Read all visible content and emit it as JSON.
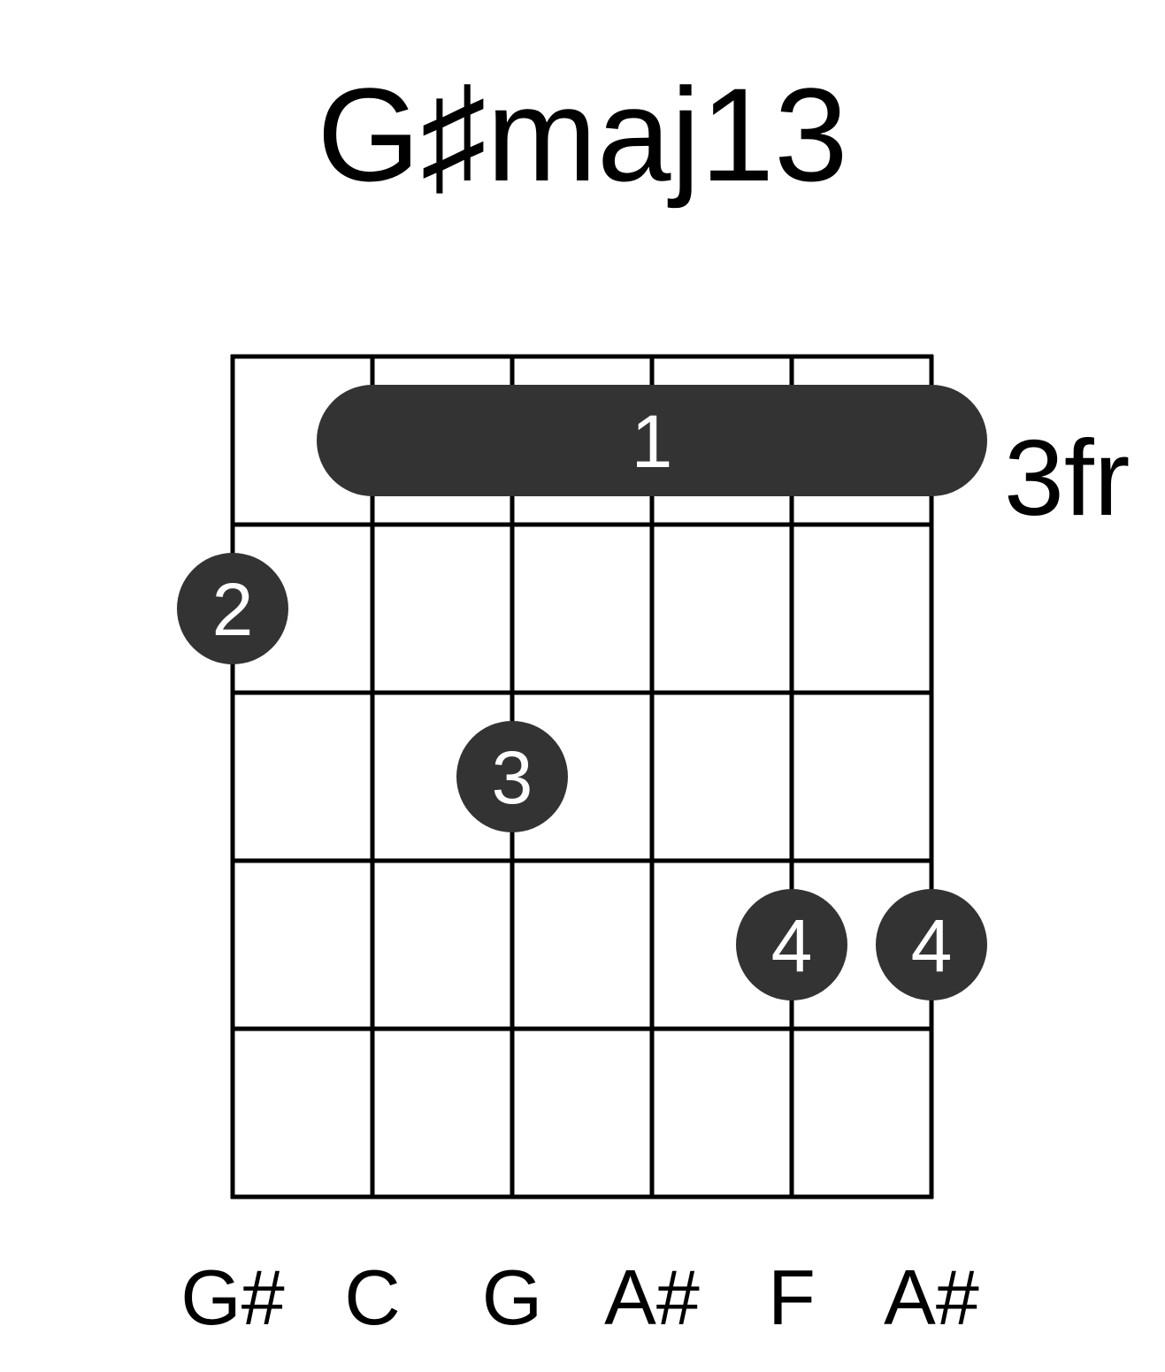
{
  "title": "G♯maj13",
  "position_label": "3fr",
  "strings": 6,
  "frets": 5,
  "colors": {
    "ink": "#000000",
    "marker": "#333333",
    "marker_text": "#ffffff",
    "background": "#ffffff"
  },
  "barre": {
    "finger": "1",
    "fret": 1,
    "from_string": 2,
    "to_string": 6
  },
  "dots": [
    {
      "finger": "2",
      "string": 1,
      "fret": 2
    },
    {
      "finger": "3",
      "string": 3,
      "fret": 3
    },
    {
      "finger": "4",
      "string": 5,
      "fret": 4
    },
    {
      "finger": "4",
      "string": 6,
      "fret": 4
    }
  ],
  "string_notes": [
    "G#",
    "C",
    "G",
    "A#",
    "F",
    "A#"
  ]
}
